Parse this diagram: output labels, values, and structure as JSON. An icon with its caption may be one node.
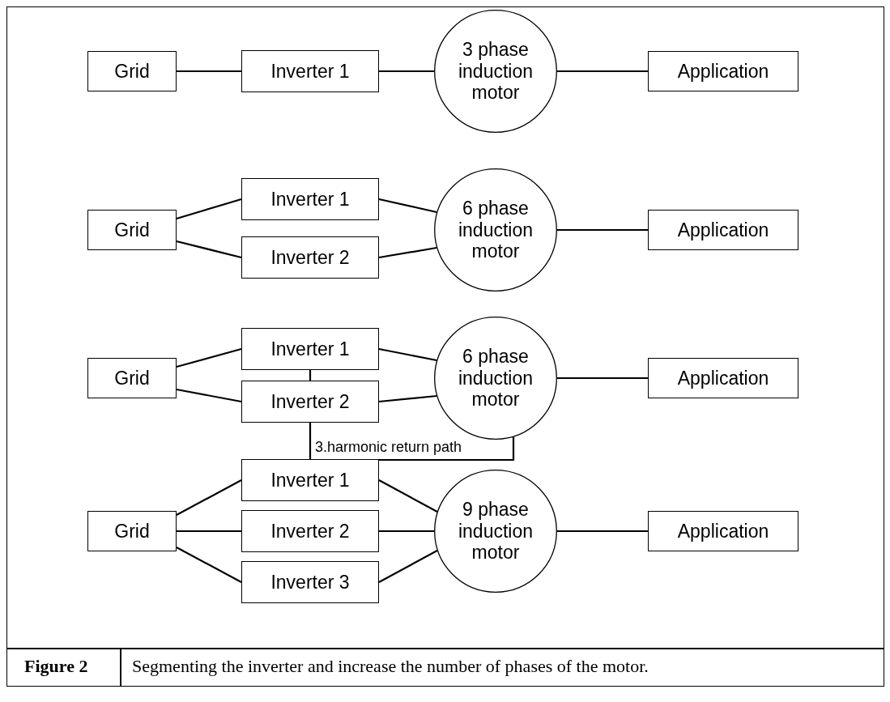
{
  "diagram": {
    "caption": "Segmenting the inverter and increase the number of phases of the motor.",
    "nodes": [
      {
        "text": [
          "Grid"
        ]
      },
      {
        "text": [
          "Inverter 1"
        ]
      },
      {
        "text": [
          "3 phase induction motor"
        ]
      },
      {
        "text": [
          "Application"
        ]
      },
      {
        "text": [
          "Grid"
        ]
      },
      {
        "text": [
          "Inverter 1"
        ]
      },
      {
        "text": [
          "Inverter 2"
        ]
      },
      {
        "text": [
          "6 phase induction motor"
        ]
      },
      {
        "text": [
          "Application"
        ]
      },
      {
        "text": [
          "Grid"
        ]
      },
      {
        "text": [
          "Inverter 1"
        ]
      },
      {
        "text": [
          "Inverter 2"
        ]
      },
      {
        "text": [
          "6 phase induction motor"
        ]
      },
      {
        "text": [
          "Application"
        ]
      },
      {
        "text": [
          "Grid"
        ]
      },
      {
        "text": [
          "Inverter 1"
        ]
      },
      {
        "text": [
          "Inverter 2"
        ]
      },
      {
        "text": [
          "Inverter 3"
        ]
      },
      {
        "text": [
          "9 phase induction motor"
        ]
      },
      {
        "text": [
          "Application"
        ]
      }
    ],
    "edges": [
      {
        "from": 0,
        "to": 1,
        "arrow": "none"
      },
      {
        "from": 1,
        "to": 2,
        "arrow": "none"
      },
      {
        "from": 2,
        "to": 3,
        "arrow": "none"
      },
      {
        "from": 4,
        "to": 5,
        "arrow": "none"
      },
      {
        "from": 4,
        "to": 6,
        "arrow": "none"
      },
      {
        "from": 5,
        "to": 7,
        "arrow": "none"
      },
      {
        "from": 6,
        "to": 7,
        "arrow": "none"
      },
      {
        "from": 7,
        "to": 8,
        "arrow": "none"
      },
      {
        "from": 9,
        "to": 10,
        "arrow": "none"
      },
      {
        "from": 9,
        "to": 11,
        "arrow": "none"
      },
      {
        "from": 10,
        "to": 12,
        "arrow": "none"
      },
      {
        "from": 11,
        "to": 12,
        "arrow": "none"
      },
      {
        "from": 10,
        "to": 11,
        "arrow": "none"
      },
      {
        "from": 11,
        "to": 12,
        "arrow": "none",
        "label": "3.harmonic return path"
      },
      {
        "from": 12,
        "to": 13,
        "arrow": "none"
      },
      {
        "from": 14,
        "to": 15,
        "arrow": "none"
      },
      {
        "from": 14,
        "to": 16,
        "arrow": "none"
      },
      {
        "from": 14,
        "to": 17,
        "arrow": "none"
      },
      {
        "from": 15,
        "to": 18,
        "arrow": "none"
      },
      {
        "from": 16,
        "to": 18,
        "arrow": "none"
      },
      {
        "from": 17,
        "to": 18,
        "arrow": "none"
      },
      {
        "from": 18,
        "to": 19,
        "arrow": "none"
      }
    ],
    "labels": [
      "Figure 2"
    ]
  }
}
